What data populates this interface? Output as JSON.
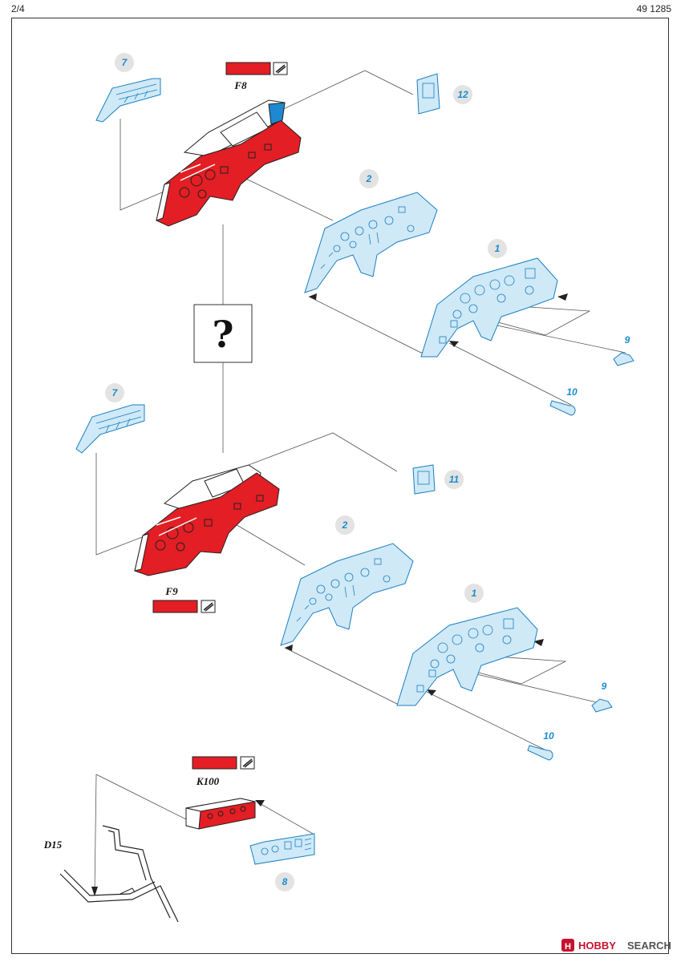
{
  "page": {
    "page_number": "2/4",
    "document_code": "49 1285"
  },
  "colors": {
    "paint_red": "#e31e24",
    "photoetch_blue": "#1b7fc2",
    "photoetch_fill": "#cfe9f7",
    "label_blue": "#1a8ccf"
  },
  "steps": {
    "top": {
      "paint_ref": "F8",
      "parts": {
        "side_panel": "7",
        "detail_plate": "12",
        "front_panel": "2",
        "main_panel": "1",
        "lever_a": "9",
        "lever_b": "10"
      }
    },
    "option_marker": "?",
    "middle": {
      "paint_ref": "F9",
      "parts": {
        "side_panel": "7",
        "detail_plate": "11",
        "front_panel": "2",
        "main_panel": "1",
        "lever_a": "9",
        "lever_b": "10"
      }
    },
    "bottom": {
      "paint_ref": "K100",
      "parts": {
        "part_ref": "D15",
        "panel": "8"
      }
    }
  },
  "icons": {
    "paint_swatch": "red-swatch",
    "paint_method": "brush-icon"
  },
  "watermark": {
    "brand": "HOBBY",
    "suffix": "SEARCH"
  }
}
